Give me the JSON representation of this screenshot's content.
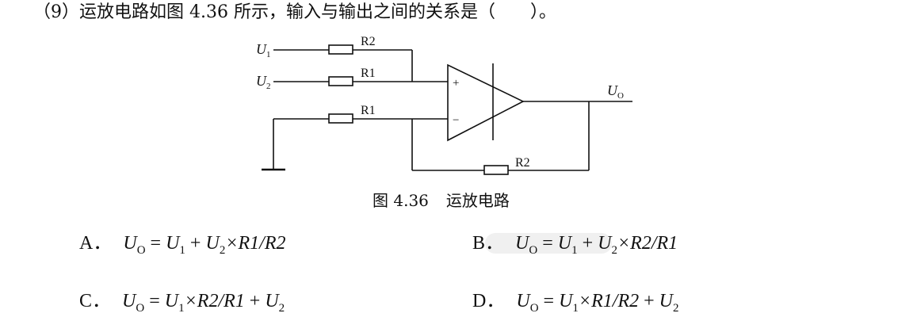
{
  "question": {
    "text": "（9）运放电路如图 4.36 所示，输入与输出之间的关系是（　　）。"
  },
  "figure": {
    "labels": {
      "u1_main": "U",
      "u1_sub": "1",
      "u2_main": "U",
      "u2_sub": "2",
      "uo_main": "U",
      "uo_sub": "O",
      "r2_top": "R2",
      "r1_mid": "R1",
      "r1_low": "R1",
      "r2_feedback": "R2",
      "plus": "+",
      "minus": "−"
    },
    "caption_number": "图 4.36",
    "caption_title": "运放电路"
  },
  "options": [
    {
      "letter": "A．",
      "lhs": "U",
      "lhs_sub": "O",
      "eq": " = ",
      "t1": "U",
      "t1_sub": "1",
      "op1": " + ",
      "t2": "U",
      "t2_sub": "2",
      "rest": "×R1/R2",
      "op2": "",
      "t3": "",
      "t3_sub": ""
    },
    {
      "letter": "B．",
      "lhs": "U",
      "lhs_sub": "O",
      "eq": " = ",
      "t1": "U",
      "t1_sub": "1",
      "op1": " + ",
      "t2": "U",
      "t2_sub": "2",
      "rest": "×R2/R1",
      "op2": "",
      "t3": "",
      "t3_sub": ""
    },
    {
      "letter": "C．",
      "lhs": "U",
      "lhs_sub": "O",
      "eq": " = ",
      "t1": "U",
      "t1_sub": "1",
      "op1": "",
      "t2": "",
      "t2_sub": "",
      "rest": "×R2/R1",
      "op2": " + ",
      "t3": "U",
      "t3_sub": "2"
    },
    {
      "letter": "D．",
      "lhs": "U",
      "lhs_sub": "O",
      "eq": " = ",
      "t1": "U",
      "t1_sub": "1",
      "op1": "",
      "t2": "",
      "t2_sub": "",
      "rest": "×R1/R2",
      "op2": " + ",
      "t3": "U",
      "t3_sub": "2"
    }
  ]
}
